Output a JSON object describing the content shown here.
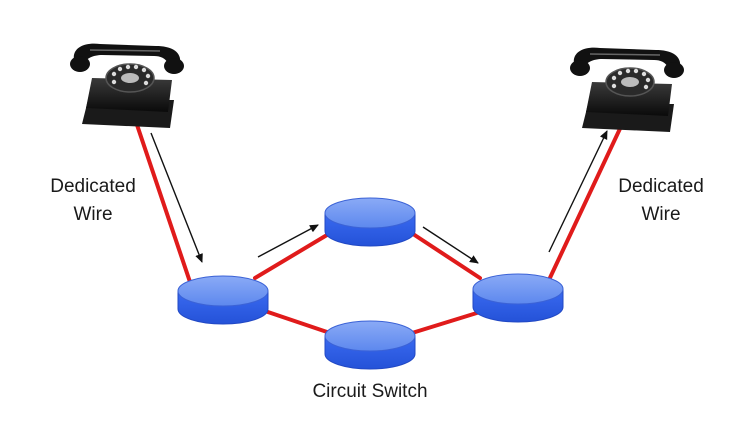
{
  "labels": {
    "left_wire": [
      "Dedicated",
      "Wire"
    ],
    "right_wire": [
      "Dedicated",
      "Wire"
    ],
    "circuit_switch": "Circuit Switch"
  },
  "colors": {
    "wire": "#e01b1b",
    "node_top": "#6d95f2",
    "node_side": "#2f5fe6",
    "node_edge": "#2148c4",
    "arrow": "#111111"
  },
  "icons": [
    "telephone-icon",
    "telephone-icon"
  ]
}
